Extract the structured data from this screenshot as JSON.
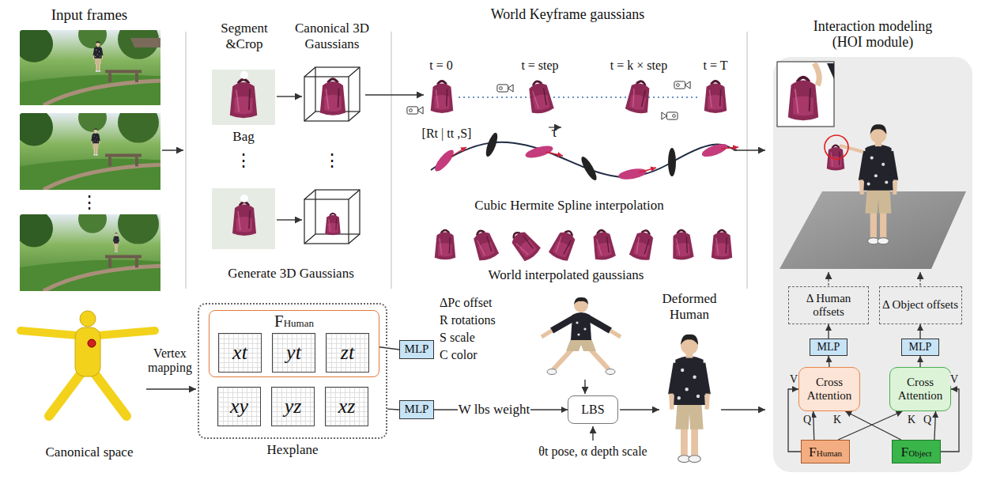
{
  "diagram": {
    "nodes": [
      {
        "text": [
          "Hexplane"
        ]
      },
      {
        "text": [
          "FHuman"
        ],
        "in": 0
      },
      {
        "text": [
          "xt"
        ],
        "in": 1
      },
      {
        "text": [
          "yt"
        ],
        "in": 1
      },
      {
        "text": [
          "zt"
        ],
        "in": 1
      },
      {
        "text": [
          "xy"
        ],
        "in": 0
      },
      {
        "text": [
          "yz"
        ],
        "in": 0
      },
      {
        "text": [
          "xz"
        ],
        "in": 0
      },
      {
        "text": [
          "MLP"
        ]
      },
      {
        "text": [
          "MLP"
        ]
      },
      {
        "text": [
          "LBS"
        ]
      },
      {
        "text": [
          "Interaction modeling (HOI module)"
        ]
      },
      {
        "text": [
          "Δ Human offsets"
        ],
        "in": 11
      },
      {
        "text": [
          "Δ Object offsets"
        ],
        "in": 11
      },
      {
        "text": [
          "MLP"
        ],
        "in": 11
      },
      {
        "text": [
          "MLP"
        ],
        "in": 11
      },
      {
        "text": [
          "Cross Attention"
        ],
        "in": 11
      },
      {
        "text": [
          "Cross Attention"
        ],
        "in": 11
      },
      {
        "text": [
          "FHuman"
        ],
        "in": 11
      },
      {
        "text": [
          "FObject"
        ],
        "in": 11
      }
    ],
    "edges": [
      {
        "from": 1,
        "to": 8,
        "arrow": "none"
      },
      {
        "from": 0,
        "to": 9,
        "arrow": "none"
      },
      {
        "from": 9,
        "to": 10,
        "label": "W lbs weight",
        "arrow": "to"
      },
      {
        "from": 18,
        "to": 16,
        "label": "Q",
        "arrow": "to"
      },
      {
        "from": 19,
        "to": 16,
        "label": "K",
        "arrow": "to"
      },
      {
        "from": 18,
        "to": 16,
        "label": "V",
        "arrow": "to"
      },
      {
        "from": 19,
        "to": 17,
        "label": "Q",
        "arrow": "to"
      },
      {
        "from": 18,
        "to": 17,
        "label": "K",
        "arrow": "to"
      },
      {
        "from": 19,
        "to": 17,
        "label": "V",
        "arrow": "to"
      },
      {
        "from": 16,
        "to": 14,
        "arrow": "to"
      },
      {
        "from": 14,
        "to": 12,
        "arrow": "to"
      },
      {
        "from": 17,
        "to": 15,
        "arrow": "to"
      },
      {
        "from": 15,
        "to": 13,
        "arrow": "to"
      }
    ],
    "labels": [
      "Input frames",
      "⋮",
      "Segment &Crop",
      "Canonical 3D Gaussians",
      "Bag",
      "⋮",
      "⋮",
      "Generate 3D Gaussians",
      "World Keyframe gaussians",
      "t = 0",
      "t = step",
      "t = k × step",
      "t = T",
      "[Rt | tt ,S]",
      "τ",
      "Cubic Hermite Spline interpolation",
      "World interpolated gaussians",
      "Canonical space",
      "Vertex mapping",
      "ΔPc offset",
      "R rotations",
      "S scale",
      "C color",
      "θt pose, α depth scale",
      "Deformed Human"
    ]
  }
}
